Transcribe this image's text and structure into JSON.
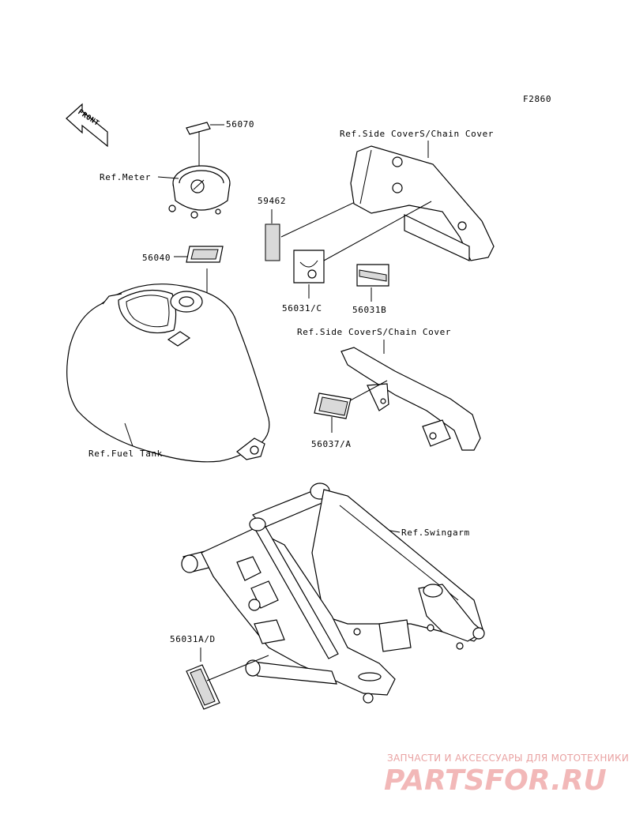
{
  "figure_code": "F2860",
  "front_label": "FRONT",
  "parts": {
    "p56070": "56070",
    "p59462": "59462",
    "p56040": "56040",
    "p56031c": "56031/C",
    "p56031b": "56031B",
    "p56037a": "56037/A",
    "p56031ad": "56031A/D"
  },
  "refs": {
    "meter": "Ref.Meter",
    "side_cover_1": "Ref.Side CoverS/Chain Cover",
    "side_cover_2": "Ref.Side CoverS/Chain Cover",
    "fuel_tank": "Ref.Fuel Tank",
    "swingarm": "Ref.Swingarm"
  },
  "watermark": {
    "tagline": "ЗАПЧАСТИ И АКСЕССУАРЫ ДЛЯ МОТОТЕХНИКИ",
    "brand": "PARTSFOR.RU",
    "color": "#f2b8b8"
  }
}
